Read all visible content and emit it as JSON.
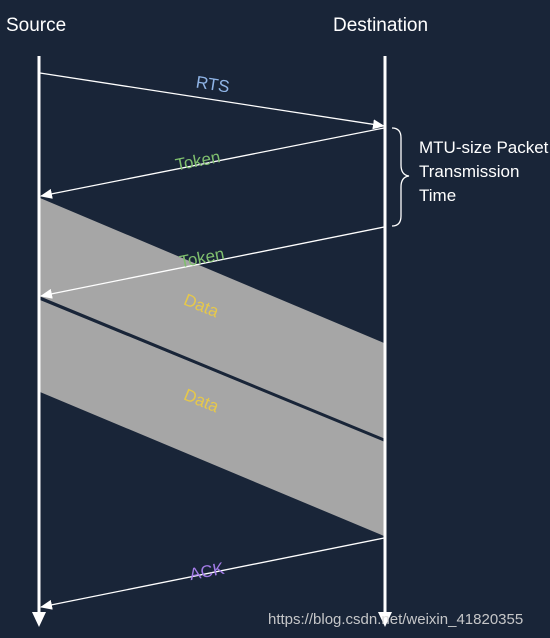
{
  "header": {
    "source_label": "Source",
    "destination_label": "Destination"
  },
  "messages": {
    "rts": "RTS",
    "token1": "Token",
    "token2": "Token",
    "data1": "Data",
    "data2": "Data",
    "ack": "ACK"
  },
  "brace_note": {
    "line1": "MTU-size Packet",
    "line2": "Transmission",
    "line3": "Time"
  },
  "watermark": "https://blog.csdn.net/weixin_41820355",
  "colors": {
    "background": "#192538",
    "lines": "#ffffff",
    "rts_label": "#8fb4e6",
    "token_label": "#7fbf6e",
    "data_label": "#e6c84a",
    "ack_label": "#a27be6",
    "data_band": "#a6a6a6"
  }
}
